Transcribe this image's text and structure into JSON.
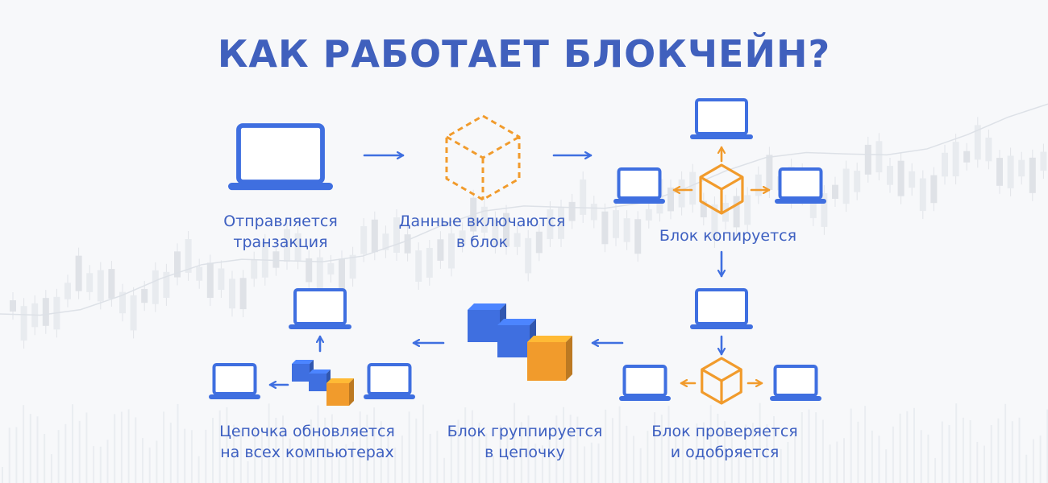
{
  "title": "КАК РАБОТАЕТ БЛОКЧЕЙН?",
  "colors": {
    "primary_blue": "#3f6fe0",
    "cube_orange": "#f19b2c",
    "title_blue": "#4060bd",
    "caption_blue": "#3e60c1",
    "background": "#f7f8fa"
  },
  "steps": [
    {
      "line1": "Отправляется",
      "line2": "транзакция",
      "icon": "laptop-icon"
    },
    {
      "line1": "Данные включаются",
      "line2": "в блок",
      "icon": "dashed-cube-icon"
    },
    {
      "line1": "Блок копируется",
      "line2": "",
      "icon": "cube-broadcast-icon"
    },
    {
      "line1": "Блок проверяется",
      "line2": "и одобряется",
      "icon": "cube-verify-icon"
    },
    {
      "line1": "Блок группируется",
      "line2": "в цепочку",
      "icon": "cube-chain-icon"
    },
    {
      "line1": "Цепочка обновляется",
      "line2": "на всех компьютерах",
      "icon": "chain-broadcast-icon"
    }
  ]
}
